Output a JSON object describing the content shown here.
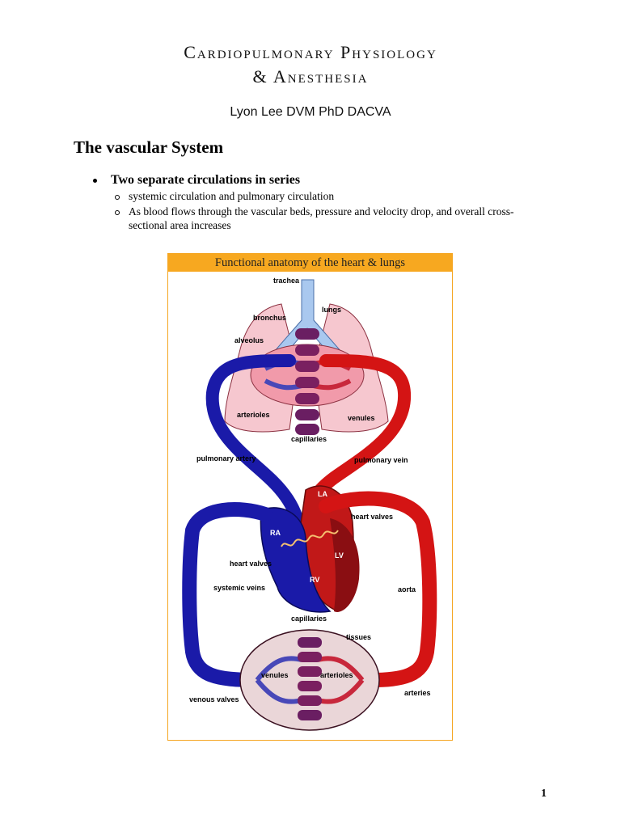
{
  "document": {
    "title_line1": "Cardiopulmonary Physiology",
    "title_line2": "& Anesthesia",
    "author": "Lyon Lee DVM PhD DACVA",
    "section_heading": "The vascular System",
    "bullets": [
      {
        "text": "Two separate circulations in series",
        "subitems": [
          "systemic circulation and pulmonary circulation",
          "As blood flows through the vascular beds, pressure and velocity drop, and overall cross-sectional area increases"
        ]
      }
    ],
    "page_number": "1"
  },
  "figure": {
    "caption": "Functional anatomy of the heart & lungs",
    "labels": {
      "trachea": "trachea",
      "lungs": "lungs",
      "bronchus": "bronchus",
      "alveolus": "alveolus",
      "arterioles_top": "arterioles",
      "venules_top": "venules",
      "capillaries_top": "capillaries",
      "pulmonary_artery": "pulmonary artery",
      "pulmonary_vein": "pulmonary vein",
      "la": "LA",
      "heart_valves_right": "heart valves",
      "ra": "RA",
      "lv": "LV",
      "heart_valves_left": "heart valves",
      "rv": "RV",
      "systemic_veins": "systemic veins",
      "aorta": "aorta",
      "capillaries_bottom": "capillaries",
      "tissues": "tissues",
      "venules_bottom": "venules",
      "arterioles_bottom": "arterioles",
      "arteries": "arteries",
      "venous_valves": "venous valves"
    },
    "colors": {
      "caption_bg": "#f7a820",
      "deoxygenated": "#1a1aa8",
      "oxygenated": "#d41414",
      "lung_fill": "#f6c7cf",
      "trachea": "#a9c8ef",
      "tissue_fill": "#ead6d8"
    }
  }
}
